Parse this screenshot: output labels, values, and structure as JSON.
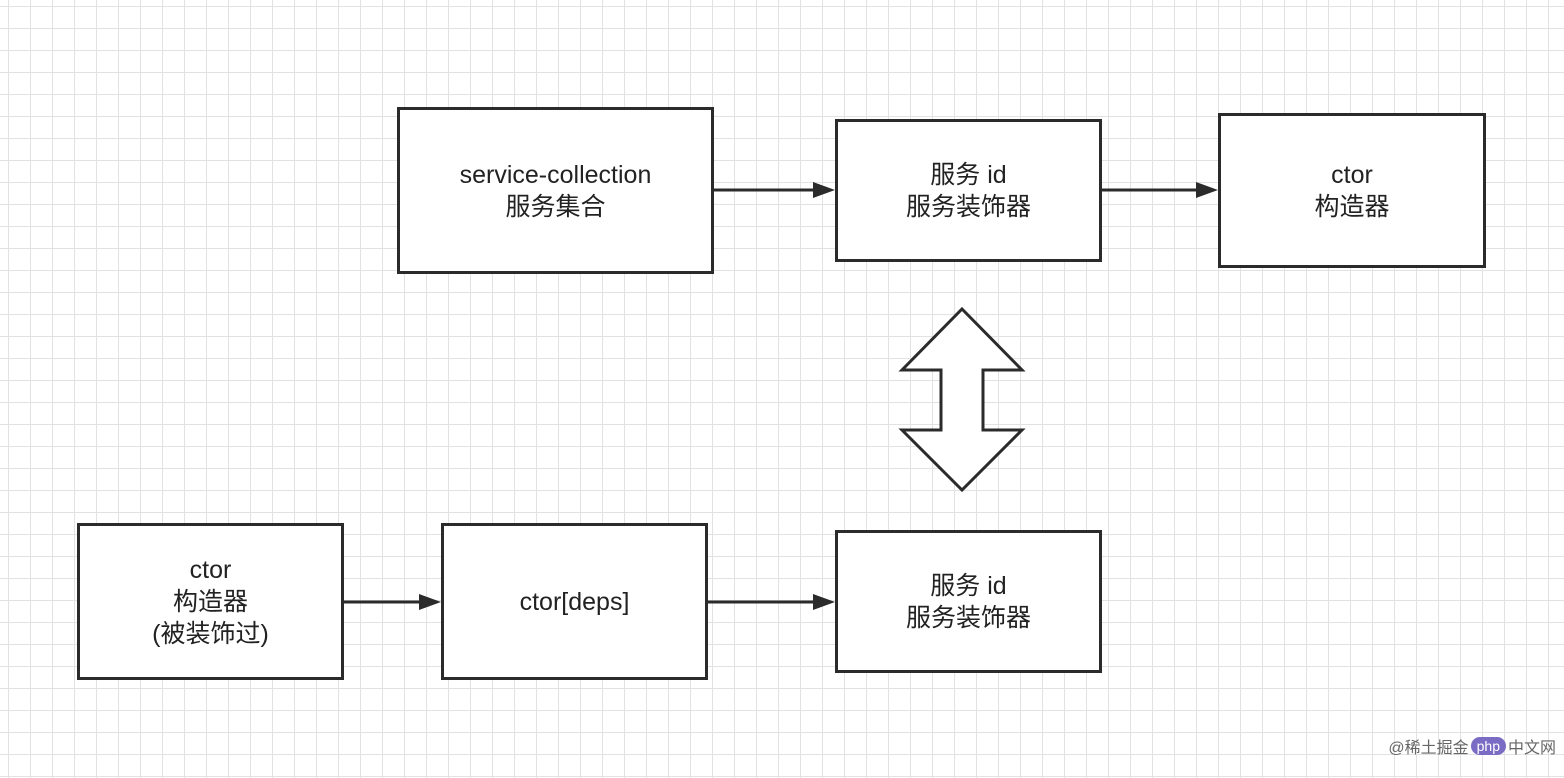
{
  "nodes": {
    "service_collection": {
      "line1": "service-collection",
      "line2": "服务集合"
    },
    "service_id_top": {
      "line1": "服务 id",
      "line2": "服务装饰器"
    },
    "ctor_top": {
      "line1": "ctor",
      "line2": "构造器"
    },
    "ctor_decorated": {
      "line1": "ctor",
      "line2": "构造器",
      "line3": "(被装饰过)"
    },
    "ctor_deps": {
      "line1": "ctor[deps]"
    },
    "service_id_bottom": {
      "line1": "服务 id",
      "line2": "服务装饰器"
    }
  },
  "edges": [
    {
      "from": "service_collection",
      "to": "service_id_top",
      "type": "arrow"
    },
    {
      "from": "service_id_top",
      "to": "ctor_top",
      "type": "arrow"
    },
    {
      "from": "service_id_top",
      "to": "service_id_bottom",
      "type": "double-arrow"
    },
    {
      "from": "ctor_decorated",
      "to": "ctor_deps",
      "type": "arrow"
    },
    {
      "from": "ctor_deps",
      "to": "service_id_bottom",
      "type": "arrow"
    }
  ],
  "watermark": {
    "prefix": "@稀土掘金",
    "badge": "php",
    "suffix": "中文网"
  },
  "colors": {
    "stroke": "#2b2b2b",
    "grid": "#e2e2e2",
    "background": "#ffffff"
  }
}
